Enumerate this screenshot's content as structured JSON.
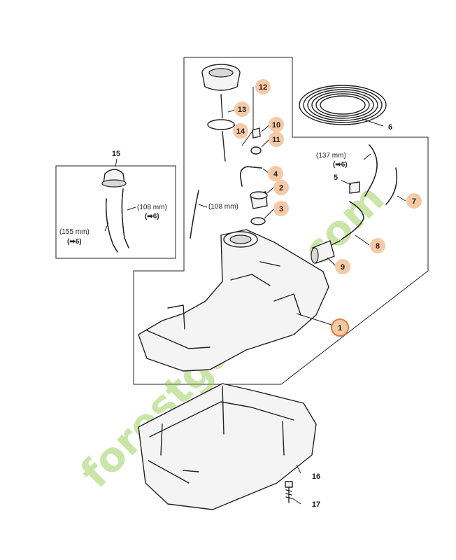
{
  "callouts": {
    "c1": "1",
    "c2": "2",
    "c3": "3",
    "c4": "4",
    "c5": "5",
    "c6": "6",
    "c7": "7",
    "c8": "8",
    "c9": "9",
    "c10": "10",
    "c11": "11",
    "c12": "12",
    "c13": "13",
    "c14": "14",
    "c15": "15",
    "c16": "16",
    "c17": "17"
  },
  "dimensions": {
    "d137": "(137 mm)",
    "d137ref": "(➡6)",
    "d108a": "(108 mm)",
    "d108aref": "(➡6)",
    "d108b": "(108 mm)",
    "d155": "(155 mm)",
    "d155ref": "(➡6)"
  },
  "watermark": {
    "text": "forestgarden.com",
    "color": "#8cc63f"
  },
  "colors": {
    "callout_fill": "#f6c9a6",
    "highlight_ring": "#e07b39",
    "line": "#222222"
  }
}
